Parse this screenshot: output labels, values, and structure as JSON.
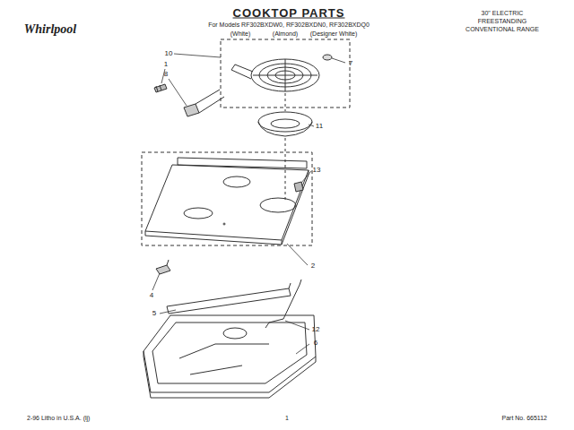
{
  "diagram": {
    "title": "COOKTOP PARTS",
    "labels": [
      "Whirlpool",
      "For Models RF302BXDW0, RF302BXDN0, RF302BXDQ0",
      "(White)",
      "(Almond)",
      "(Designer White)",
      "30\" ELECTRIC",
      "FREESTANDING",
      "CONVENTIONAL RANGE",
      "10",
      "1",
      "8",
      "7",
      "11",
      "13",
      "2",
      "4",
      "5",
      "12",
      "6",
      "2-96 Litho in U.S.A. (lj)",
      "1",
      "Part No. 665112"
    ]
  }
}
